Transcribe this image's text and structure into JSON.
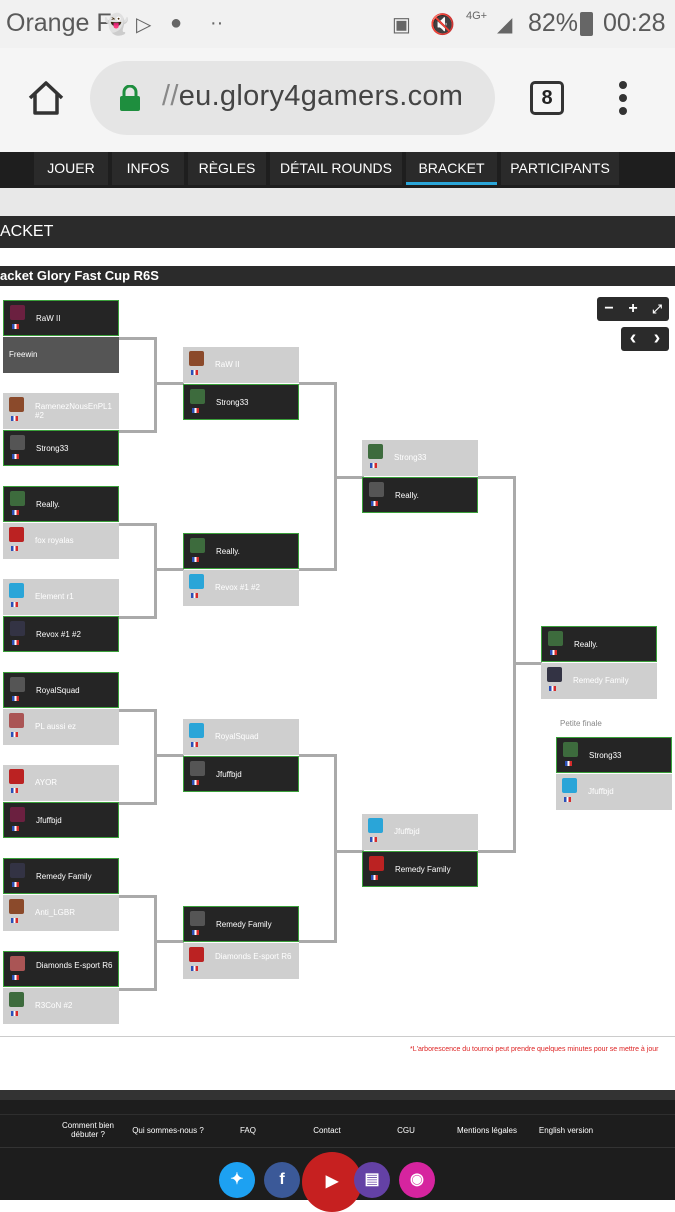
{
  "status_bar": {
    "carrier": "Orange F",
    "signal_label": "4G+",
    "battery": "82%",
    "time": "00:28",
    "icons": [
      "snapchat-icon",
      "play-store-icon",
      "discord-icon",
      "more-dots-icon",
      "cast-icon",
      "mute-icon",
      "signal-icon",
      "battery-icon"
    ]
  },
  "browser": {
    "url_prefix": "//",
    "url_host": "eu.glory4gamers.com",
    "tab_count": "8"
  },
  "site_nav": {
    "tabs": [
      {
        "label": "JOUER",
        "active": false
      },
      {
        "label": "INFOS",
        "active": false
      },
      {
        "label": "RÈGLES",
        "active": false
      },
      {
        "label": "DÉTAIL ROUNDS",
        "active": false
      },
      {
        "label": "BRACKET",
        "active": true
      },
      {
        "label": "PARTICIPANTS",
        "active": false
      }
    ],
    "accent": "#2aa5d8"
  },
  "page_header": "ACKET",
  "section_header": "acket Glory Fast Cup R6S",
  "controls": {
    "zoom_out": "−",
    "zoom_in": "+",
    "fullscreen": "⤢",
    "prev": "‹",
    "next": "›"
  },
  "bracket": {
    "round1": [
      [
        "RaW II",
        "Freewin"
      ],
      [
        "RamenezNousEnPL1 #2",
        "Strong33"
      ],
      [
        "Really.",
        "fox royalas"
      ],
      [
        "Element r1",
        "Revox #1 #2"
      ],
      [
        "RoyalSquad",
        "PL aussi ez"
      ],
      [
        "AYOR",
        "Jfuffbjd"
      ],
      [
        "Remedy Family",
        "Anti_LGBR"
      ],
      [
        "Diamonds E-sport R6",
        "R3CoN #2"
      ]
    ],
    "round2": [
      [
        "RaW II",
        "Strong33"
      ],
      [
        "Really.",
        "Revox #1 #2"
      ],
      [
        "RoyalSquad",
        "Jfuffbjd"
      ],
      [
        "Remedy Family",
        "Diamonds E-sport R6"
      ]
    ],
    "semis": [
      [
        "Strong33",
        "Really."
      ],
      [
        "Jfuffbjd",
        "Remedy Family"
      ]
    ],
    "final": [
      "Really.",
      "Remedy Family"
    ],
    "third_place_label": "Petite finale",
    "third_place": [
      "Strong33",
      "Jfuffbjd"
    ],
    "win_color": "#3aa03a"
  },
  "note": "*L'arborescence du tournoi peut prendre quelques minutes pour se mettre à jour",
  "footer": {
    "links": [
      "Comment bien débuter ?",
      "Qui sommes-nous ?",
      "FAQ",
      "Contact",
      "CGU",
      "Mentions légales",
      "English version"
    ],
    "social": [
      "twitter-icon",
      "facebook-icon",
      "youtube-icon",
      "twitch-icon",
      "instagram-icon"
    ]
  }
}
